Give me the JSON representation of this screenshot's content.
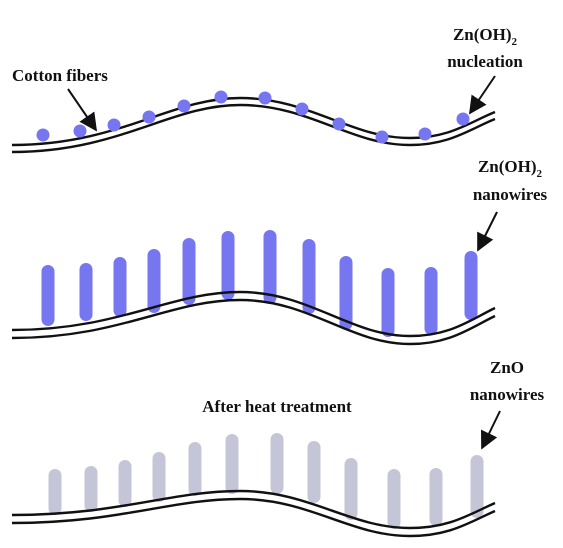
{
  "colors": {
    "background": "#ffffff",
    "fiber_stroke": "#111111",
    "znoh2_color": "#7676f0",
    "zno_color": "#c5c5d8"
  },
  "panels": [
    {
      "stage": "nucleation",
      "labels": {
        "fiber": "Cotton fibers",
        "product_formula": "Zn(OH)",
        "product_subscript": "2",
        "product_descriptor": "nucleation"
      }
    },
    {
      "stage": "growth",
      "labels": {
        "product_formula": "Zn(OH)",
        "product_subscript": "2",
        "product_descriptor": "nanowires"
      }
    },
    {
      "stage": "annealing",
      "labels": {
        "process": "After heat treatment",
        "product_formula": "ZnO",
        "product_descriptor": "nanowires"
      }
    }
  ]
}
